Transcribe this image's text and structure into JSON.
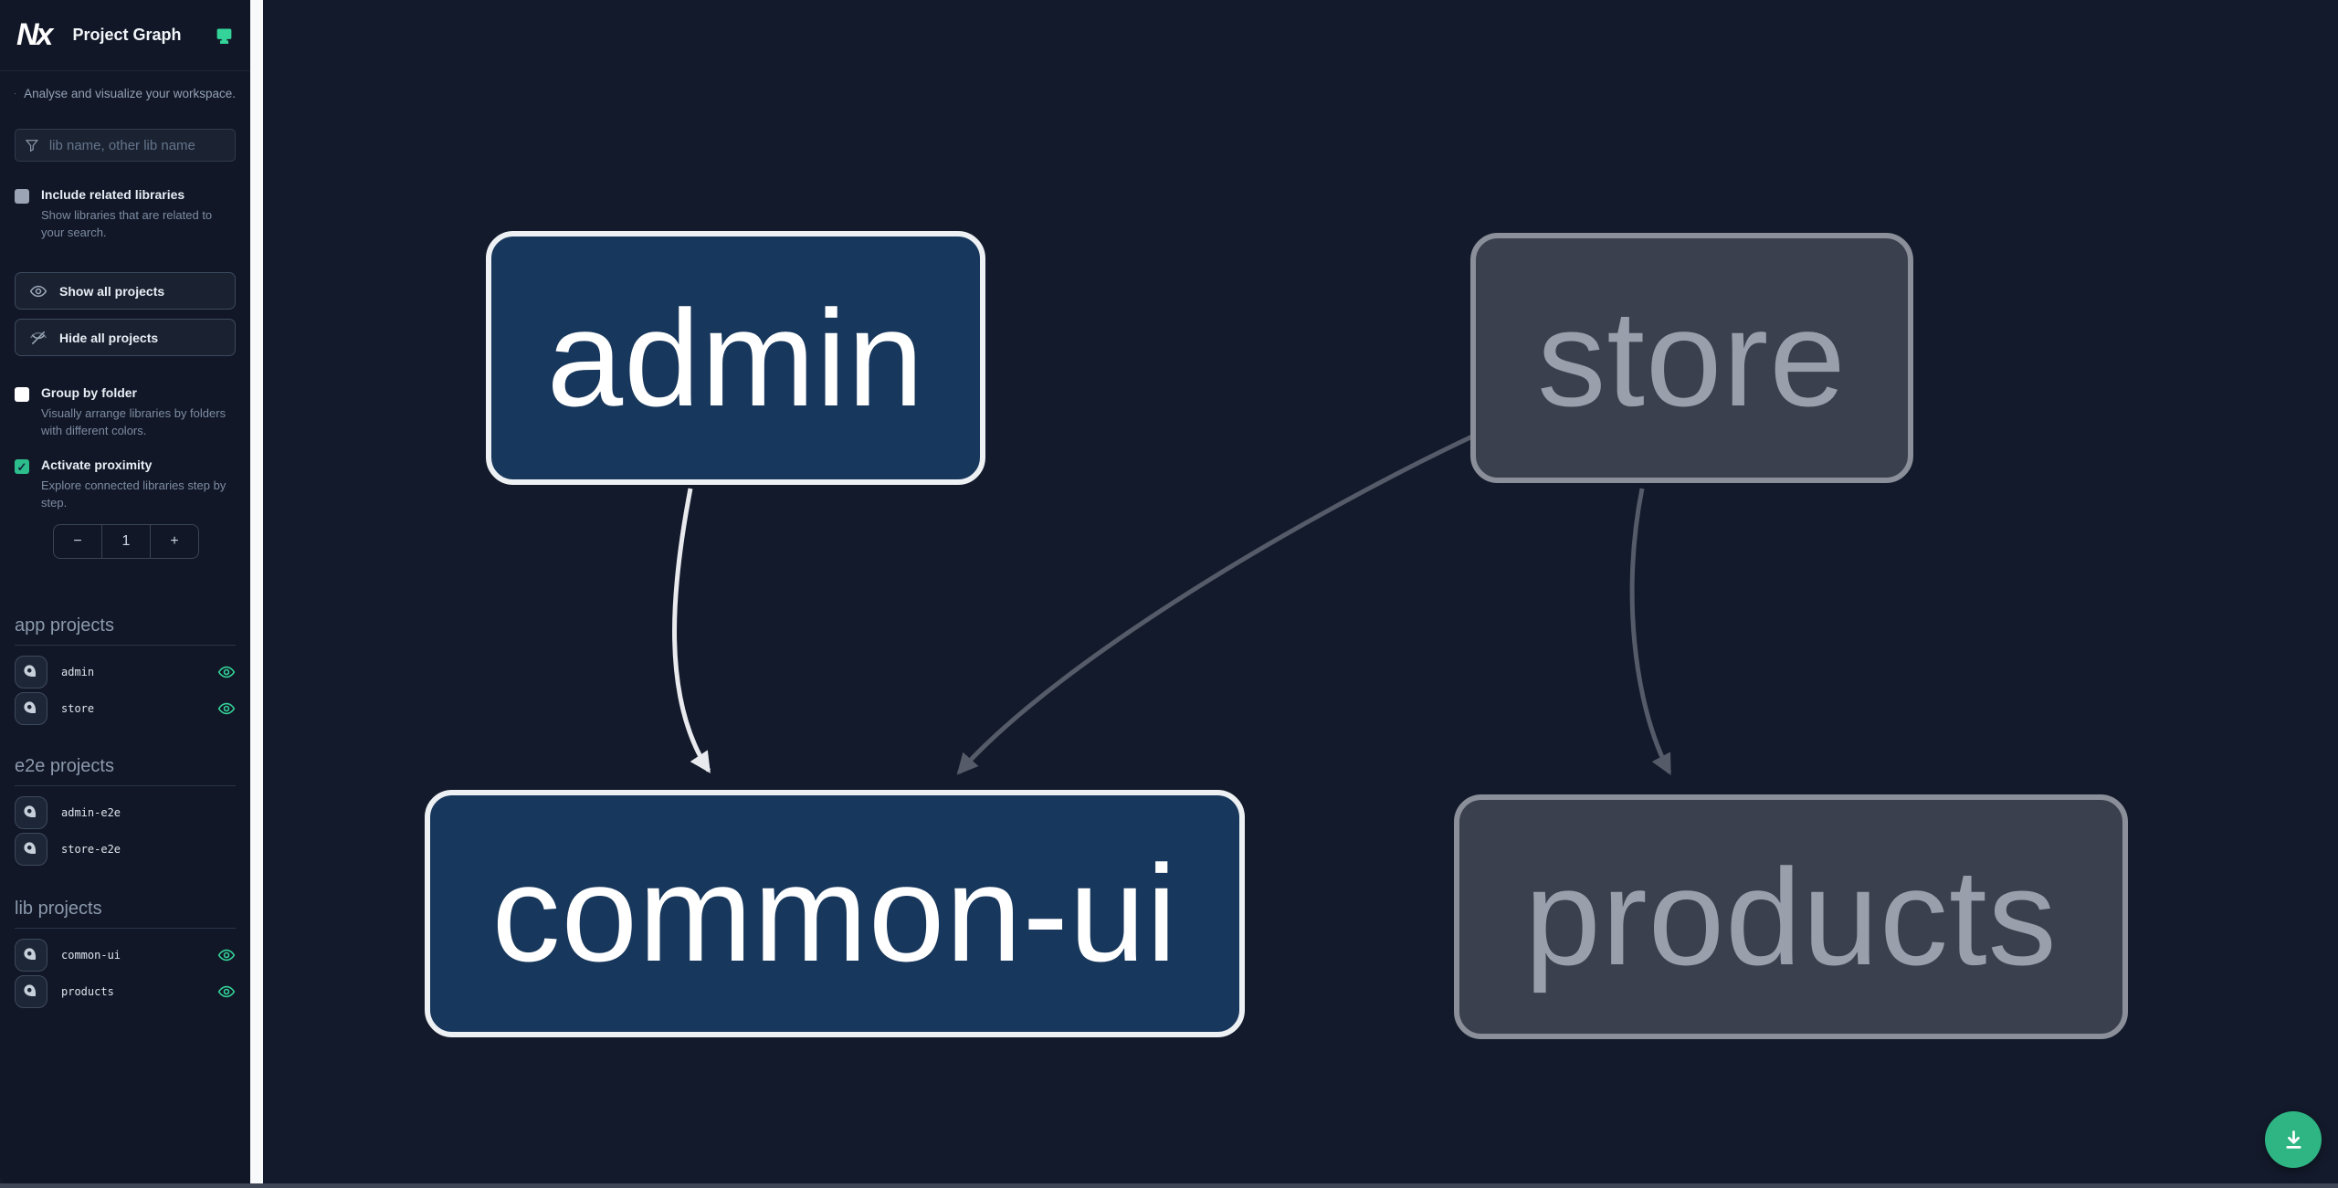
{
  "header": {
    "logo_text": "Nx",
    "title": "Project Graph"
  },
  "intro": {
    "text": "Analyse and visualize your workspace."
  },
  "filter": {
    "placeholder": "lib name, other lib name"
  },
  "options": [
    {
      "label": "Include related libraries",
      "description": "Show libraries that are related to your search.",
      "checked": false
    },
    {
      "label": "Group by folder",
      "description": "Visually arrange libraries by folders with different colors.",
      "checked": false
    },
    {
      "label": "Activate proximity",
      "description": "Explore connected libraries step by step.",
      "checked": true
    }
  ],
  "actions": {
    "show_all": "Show all projects",
    "hide_all": "Hide all projects"
  },
  "proximity_stepper": {
    "decrement": "−",
    "value": "1",
    "increment": "+"
  },
  "sections": [
    {
      "title": "app projects",
      "items": [
        {
          "name": "admin",
          "visible": true
        },
        {
          "name": "store",
          "visible": true
        }
      ]
    },
    {
      "title": "e2e projects",
      "items": [
        {
          "name": "admin-e2e",
          "visible": false
        },
        {
          "name": "store-e2e",
          "visible": false
        }
      ]
    },
    {
      "title": "lib projects",
      "items": [
        {
          "name": "common-ui",
          "visible": true
        },
        {
          "name": "products",
          "visible": true
        }
      ]
    }
  ],
  "graph": {
    "nodes": [
      {
        "id": "admin",
        "label": "admin",
        "type": "app",
        "state": "focused"
      },
      {
        "id": "store",
        "label": "store",
        "type": "app",
        "state": "dimmed"
      },
      {
        "id": "common-ui",
        "label": "common-ui",
        "type": "lib",
        "state": "focused"
      },
      {
        "id": "products",
        "label": "products",
        "type": "lib",
        "state": "dimmed"
      }
    ],
    "edges": [
      {
        "source": "admin",
        "target": "common-ui",
        "emphasis": "strong"
      },
      {
        "source": "store",
        "target": "common-ui",
        "emphasis": "dim"
      },
      {
        "source": "store",
        "target": "products",
        "emphasis": "dim"
      }
    ]
  },
  "colors": {
    "accent_green": "#34d399",
    "fab_green": "#2eb583",
    "checkbox_checked": "#2dbd8d",
    "focused_node_fill": "#17375c",
    "focused_node_border": "#eef1f4",
    "dimmed_node_fill": "#3a404d",
    "dimmed_node_border": "#8a8f99",
    "dimmed_node_text": "#9aa0ab",
    "edge_strong": "#e8eaee",
    "edge_dim": "#555b68",
    "sidebar_bg": "#111726",
    "canvas_bg": "#131a2b"
  }
}
